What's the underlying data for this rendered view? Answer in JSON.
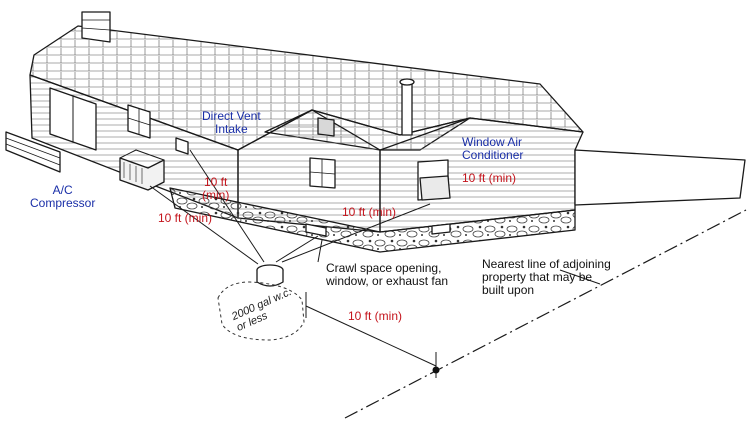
{
  "labels": {
    "direct_vent_intake": [
      "Direct Vent",
      "Intake"
    ],
    "window_ac": [
      "Window Air",
      "Conditioner"
    ],
    "ac_compressor": [
      "A/C",
      "Compressor"
    ],
    "tank": [
      "2000 gal w.c.",
      "or less"
    ],
    "crawl_space": [
      "Crawl space opening,",
      "window, or exhaust fan"
    ],
    "property_line": [
      "Nearest line of adjoining",
      "property that may be",
      "built upon"
    ]
  },
  "distances": {
    "vent_to_tank": [
      "10 ft",
      "(min)"
    ],
    "compressor_to_tank": "10 ft (min)",
    "window_ac_to_tank": "10 ft (min)",
    "crawl_to_tank": "10 ft (min)",
    "tank_to_property": "10 ft (min)"
  },
  "colors": {
    "equipment_label": "#1a2fa8",
    "distance_label": "#c4141c",
    "line_art": "#1a1a1a"
  }
}
